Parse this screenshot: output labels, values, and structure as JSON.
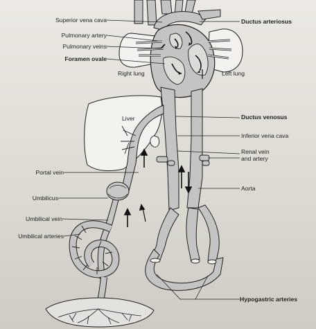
{
  "labels": {
    "superior_vena_cava": "Superior vena cava",
    "pulmonary_artery": "Pulmonary artery",
    "pulmonary_veins": "Pulmonary veins",
    "foramen_ovale": "Foramen ovale",
    "right_lung": "Right lung",
    "left_lung": "Left lung",
    "ductus_arteriosus": "Ductus arteriosus",
    "liver": "Liver",
    "ductus_venosus": "Ductus venosus",
    "inferior_vena_cava": "Inferior vena cava",
    "renal_vein_line1": "Renal vein",
    "renal_vein_line2": "and artery",
    "portal_vein": "Portal vein",
    "aorta": "Aorta",
    "umbilicus": "Umbilicus",
    "umbilical_vein": "Umbilical vein",
    "umbilical_arteries": "Umbilical arteries",
    "hypogastric_arteries": "Hypogastric arteries"
  },
  "colors": {
    "vessel": "#c4c4c4",
    "outline": "#1e1e1e",
    "organ": "#f3f2ef",
    "text": "#1f1f1f"
  }
}
